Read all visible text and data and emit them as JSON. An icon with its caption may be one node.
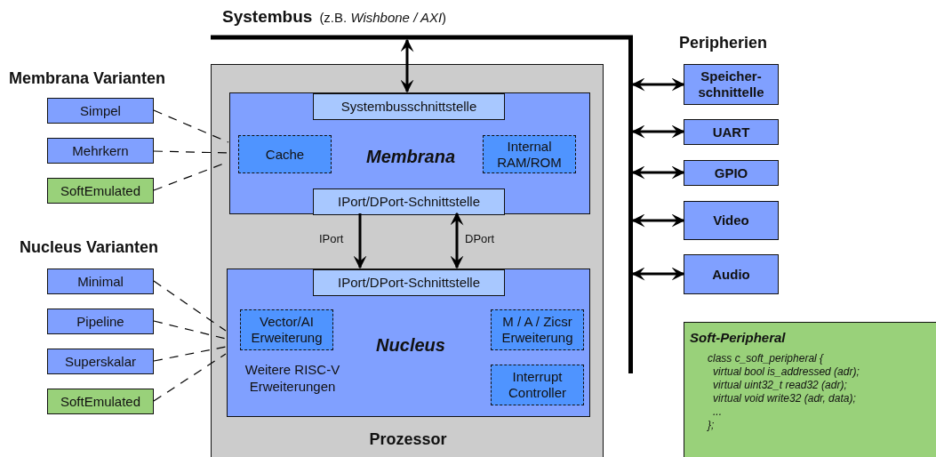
{
  "diagram": {
    "nodes": [
      {
        "text": [
          "Systembus",
          "(z.B. *Wishbone / AXI*)"
        ]
      },
      {
        "text": [],
        "shape": "bar"
      },
      {
        "text": [
          "Prozessor"
        ]
      },
      {
        "text": [
          "Membrana"
        ],
        "in": 2
      },
      {
        "text": [
          "Systembusschnittstelle"
        ],
        "in": 3
      },
      {
        "text": [
          "Cache"
        ],
        "in": 3
      },
      {
        "text": [
          "Internal RAM/ROM"
        ],
        "in": 3
      },
      {
        "text": [
          "IPort/DPort-Schnittstelle"
        ],
        "in": 3
      },
      {
        "text": [
          "Nucleus",
          "Weitere RISC-V Erweiterungen"
        ],
        "in": 2
      },
      {
        "text": [
          "IPort/DPort-Schnittstelle"
        ],
        "in": 8
      },
      {
        "text": [
          "Vector/AI Erweiterung"
        ],
        "in": 8
      },
      {
        "text": [
          "M / A / Zicsr Erweiterung"
        ],
        "in": 8
      },
      {
        "text": [
          "Interrupt Controller"
        ],
        "in": 8
      },
      {
        "text": [
          "Simpel"
        ]
      },
      {
        "text": [
          "Mehrkern"
        ]
      },
      {
        "text": [
          "SoftEmulated"
        ]
      },
      {
        "text": [
          "Minimal"
        ]
      },
      {
        "text": [
          "Pipeline"
        ]
      },
      {
        "text": [
          "Superskalar"
        ]
      },
      {
        "text": [
          "SoftEmulated"
        ]
      },
      {
        "text": [
          "Speicher- schnittelle"
        ]
      },
      {
        "text": [
          "UART"
        ]
      },
      {
        "text": [
          "GPIO"
        ]
      },
      {
        "text": [
          "Video"
        ]
      },
      {
        "text": [
          "Audio"
        ]
      },
      {
        "text": [
          "Soft-Peripheral",
          "class c_soft_peripheral {",
          "virtual bool is_addressed (adr);",
          "virtual uint32_t read32 (adr);",
          "virtual void write32 (adr, data);",
          "...",
          "};"
        ]
      }
    ],
    "edges": [
      {
        "from": 0,
        "to": 4,
        "arrow": "both"
      },
      {
        "from": 7,
        "to": 9,
        "arrow": "to",
        "label": "IPort"
      },
      {
        "from": 7,
        "to": 9,
        "arrow": "both",
        "label": "DPort"
      },
      {
        "from": 1,
        "to": 20,
        "arrow": "both"
      },
      {
        "from": 1,
        "to": 21,
        "arrow": "both"
      },
      {
        "from": 1,
        "to": 22,
        "arrow": "both"
      },
      {
        "from": 1,
        "to": 23,
        "arrow": "both"
      },
      {
        "from": 1,
        "to": 24,
        "arrow": "both"
      },
      {
        "from": 13,
        "to": 3,
        "arrow": "none",
        "style": "dashed"
      },
      {
        "from": 14,
        "to": 3,
        "arrow": "none",
        "style": "dashed"
      },
      {
        "from": 15,
        "to": 3,
        "arrow": "none",
        "style": "dashed"
      },
      {
        "from": 16,
        "to": 8,
        "arrow": "none",
        "style": "dashed"
      },
      {
        "from": 17,
        "to": 8,
        "arrow": "none",
        "style": "dashed"
      },
      {
        "from": 18,
        "to": 8,
        "arrow": "none",
        "style": "dashed"
      },
      {
        "from": 19,
        "to": 8,
        "arrow": "none",
        "style": "dashed"
      }
    ],
    "labels": [
      "Membrana Varianten",
      "Nucleus Varianten",
      "Peripherien"
    ]
  }
}
